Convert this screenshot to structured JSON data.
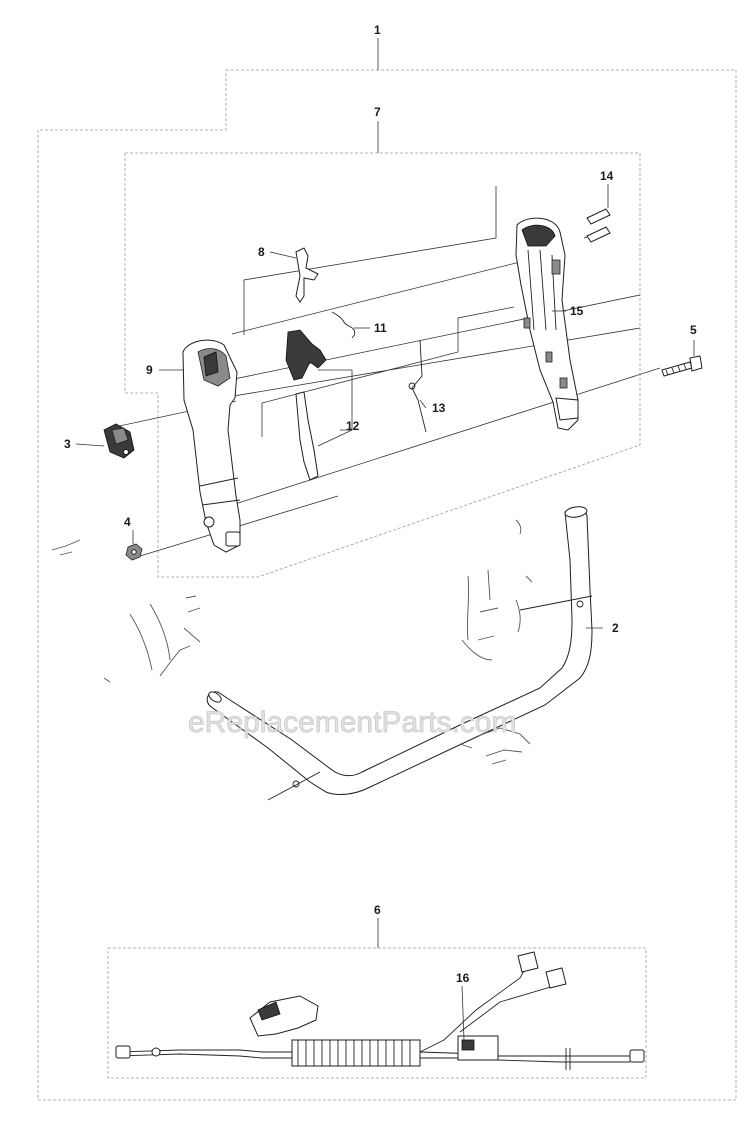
{
  "diagram": {
    "watermark": "eReplacementParts.com",
    "callouts": [
      {
        "id": "1",
        "text": "1"
      },
      {
        "id": "2",
        "text": "2"
      },
      {
        "id": "3",
        "text": "3"
      },
      {
        "id": "4",
        "text": "4"
      },
      {
        "id": "5",
        "text": "5"
      },
      {
        "id": "6",
        "text": "6"
      },
      {
        "id": "7",
        "text": "7"
      },
      {
        "id": "8",
        "text": "8"
      },
      {
        "id": "9",
        "text": "9"
      },
      {
        "id": "11",
        "text": "11"
      },
      {
        "id": "12",
        "text": "12"
      },
      {
        "id": "13",
        "text": "13"
      },
      {
        "id": "14",
        "text": "14"
      },
      {
        "id": "15",
        "text": "15"
      },
      {
        "id": "16",
        "text": "16"
      }
    ]
  }
}
